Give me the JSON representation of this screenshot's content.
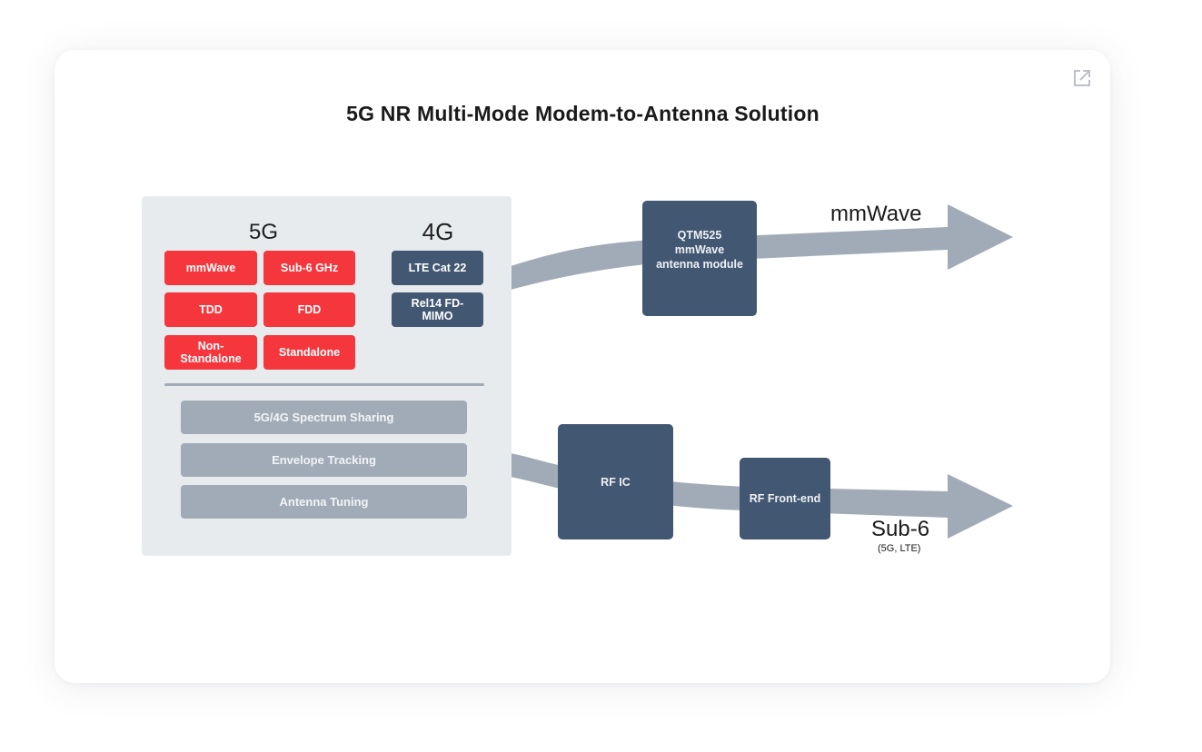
{
  "diagram": {
    "title": "5G NR Multi-Mode Modem-to-Antenna Solution",
    "expand_icon": "external-link-icon",
    "modem": {
      "col_5g": {
        "heading": "5G",
        "features": [
          "mmWave",
          "Sub-6 GHz",
          "TDD",
          "FDD",
          "Non-\nStandalone",
          "Standalone"
        ]
      },
      "col_4g": {
        "heading": "4G",
        "features": [
          "LTE Cat 22",
          "Rel14 FD-\nMIMO"
        ]
      },
      "shared_features": [
        "5G/4G Spectrum Sharing",
        "Envelope Tracking",
        "Antenna Tuning"
      ]
    },
    "paths": [
      {
        "name": "mmWave",
        "label": "mmWave",
        "sublabel": "",
        "blocks": [
          "QTM525\nmmWave\nantenna module"
        ]
      },
      {
        "name": "Sub-6",
        "label": "Sub-6",
        "sublabel": "(5G, LTE)",
        "blocks": [
          "RF IC",
          "RF Front-end"
        ]
      }
    ],
    "colors": {
      "feature_5g": "#f5363d",
      "feature_4g": "#425771",
      "shared_feature": "#a1abb8",
      "module_block": "#425771",
      "flow_arrow": "#a1abb8",
      "modem_panel": "#e8ebee"
    }
  }
}
